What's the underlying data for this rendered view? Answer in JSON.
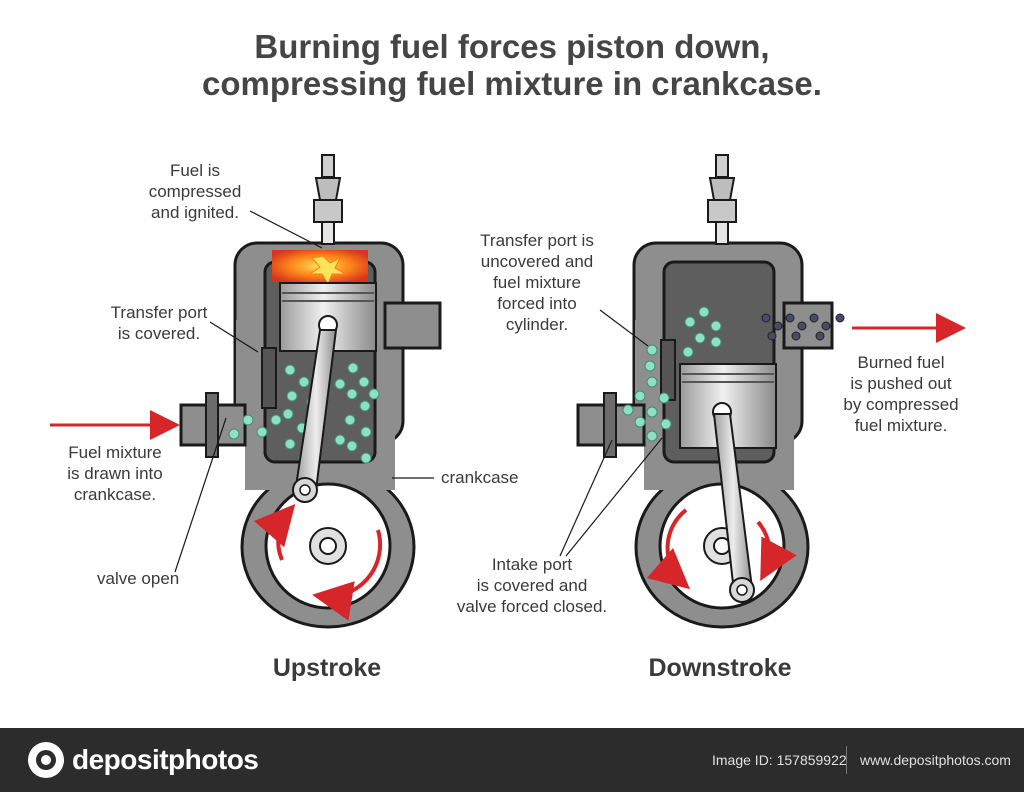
{
  "title": {
    "line1": "Burning fuel forces piston down,",
    "line2": "compressing fuel mixture in crankcase."
  },
  "upstroke": {
    "caption": "Upstroke",
    "fuel_compressed": [
      "Fuel is",
      "compressed",
      "and ignited."
    ],
    "transfer_covered": [
      "Transfer port",
      "is covered."
    ],
    "fuel_drawn": [
      "Fuel mixture",
      "is drawn into",
      "crankcase."
    ],
    "valve_open": "valve open",
    "crankcase": "crankcase"
  },
  "downstroke": {
    "caption": "Downstroke",
    "transfer_uncovered": [
      "Transfer port is",
      "uncovered and",
      "fuel mixture",
      "forced into",
      "cylinder."
    ],
    "intake_covered": [
      "Intake port",
      "is covered and",
      "valve forced closed."
    ],
    "burned_fuel": [
      "Burned fuel",
      "is pushed out",
      "by compressed",
      "fuel mixture."
    ]
  },
  "footer": {
    "brand": "depositphotos",
    "image_id": "Image ID: 157859922",
    "website": "www.depositphotos.com"
  },
  "colors": {
    "engine_gray": "#8e8e8e",
    "dark_outline": "#1a1a1a",
    "chamber_gray": "#5e5e5e",
    "mixture_green": "#8ee0c4",
    "arrow_red": "#d6262a",
    "footer_bg": "#2c2c2c"
  }
}
